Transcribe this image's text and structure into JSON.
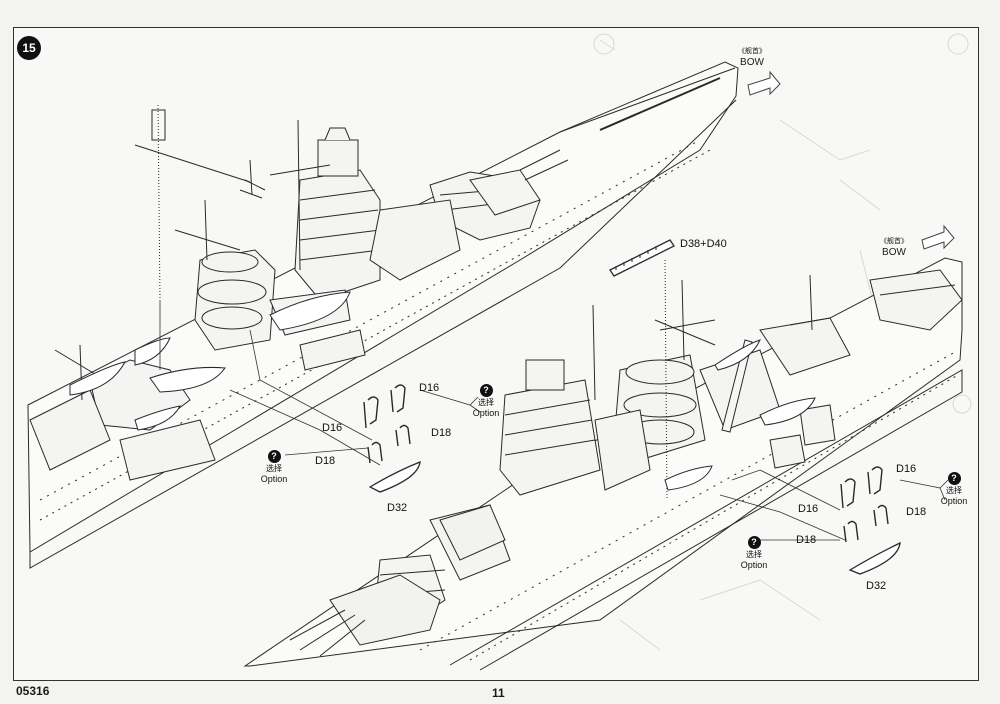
{
  "page": {
    "step_number": "15",
    "catalog_number": "05316",
    "page_number": "11"
  },
  "upper_view": {
    "bow": {
      "label_cn": "《舰首》",
      "label": "BOW"
    },
    "parts": {
      "d16_a": "D16",
      "d16_b": "D16",
      "d18_a": "D18",
      "d18_b": "D18",
      "d32": "D32"
    },
    "option": {
      "mark": "?",
      "label_cn": "选择",
      "label": "Option"
    },
    "option_left": {
      "mark": "?",
      "label_cn": "选择",
      "label": "Option"
    }
  },
  "lower_view": {
    "bow": {
      "label_cn": "《舰首》",
      "label": "BOW"
    },
    "parts": {
      "d38_d40": "D38+D40",
      "d16_a": "D16",
      "d16_b": "D16",
      "d18_a": "D18",
      "d18_b": "D18",
      "d32": "D32"
    },
    "option": {
      "mark": "?",
      "label_cn": "选择",
      "label": "Option"
    },
    "option_left": {
      "mark": "?",
      "label_cn": "选择",
      "label": "Option"
    }
  },
  "colors": {
    "ink": "#1a1a1a",
    "paper": "#f8f8f6",
    "line": "#333333"
  },
  "icons": {
    "bow_arrow": "arrow-right-outline-icon",
    "option_mark": "question-circle-icon"
  }
}
